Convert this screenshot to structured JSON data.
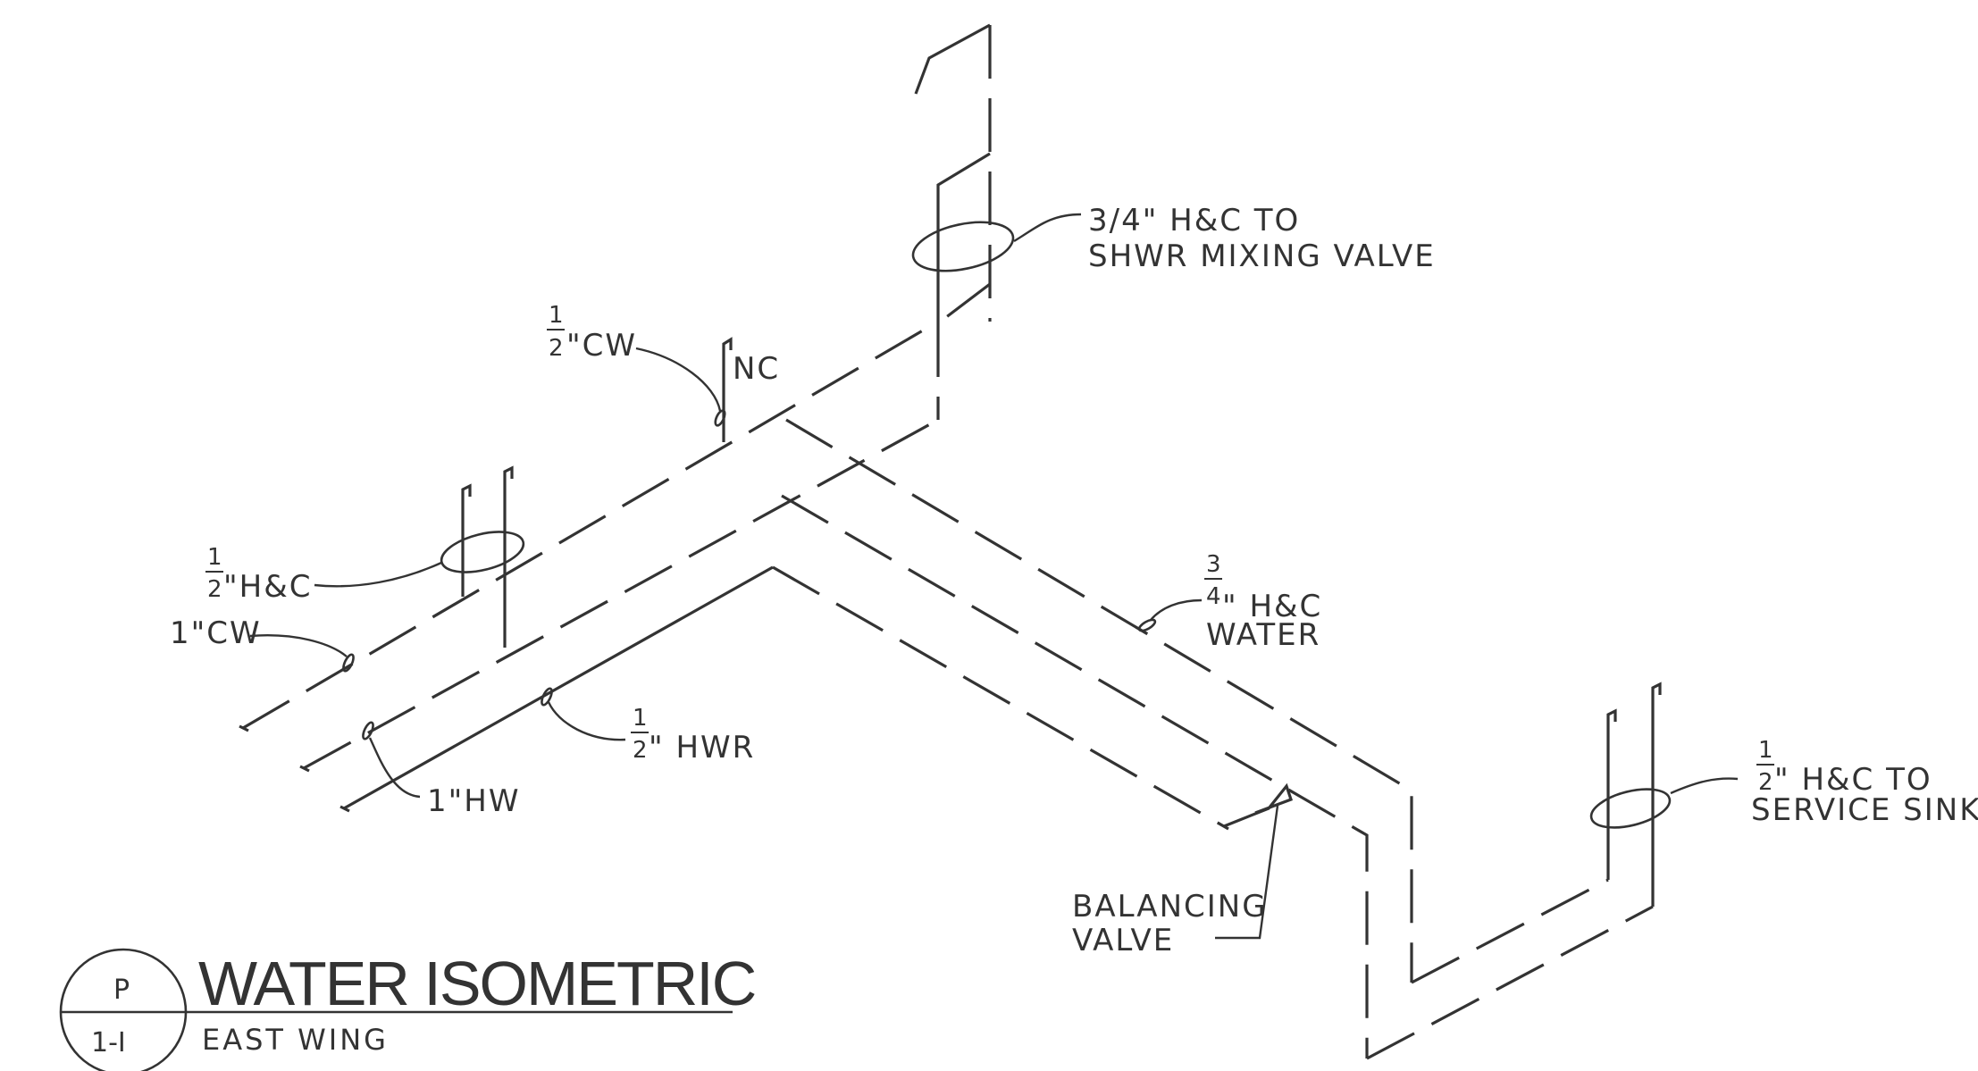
{
  "title": {
    "main": "WATER ISOMETRIC",
    "sub": "EAST WING",
    "bubble_top": "P",
    "bubble_bottom": "1-I"
  },
  "labels": {
    "shower_1": "3/4\" H&C TO",
    "shower_2": "SHWR MIXING VALVE",
    "cw_half_num": "1",
    "cw_half_den": "2",
    "cw_half_text": "\"CW",
    "nc": "NC",
    "hc_half_num": "1",
    "hc_half_den": "2",
    "hc_half_text": "\"H&C",
    "cw_one": "1\"CW",
    "hw_one": "1\"HW",
    "hwr_num": "1",
    "hwr_den": "2",
    "hwr_text": "\" HWR",
    "water_num": "3",
    "water_den": "4",
    "water_text": "\" H&C",
    "water_text2": "WATER",
    "balancing_1": "BALANCING",
    "balancing_2": "VALVE",
    "sink_num": "1",
    "sink_den": "2",
    "sink_1": "\" H&C TO",
    "sink_2": "SERVICE SINK"
  },
  "colors": {
    "line": "#333333",
    "background": "#ffffff"
  }
}
